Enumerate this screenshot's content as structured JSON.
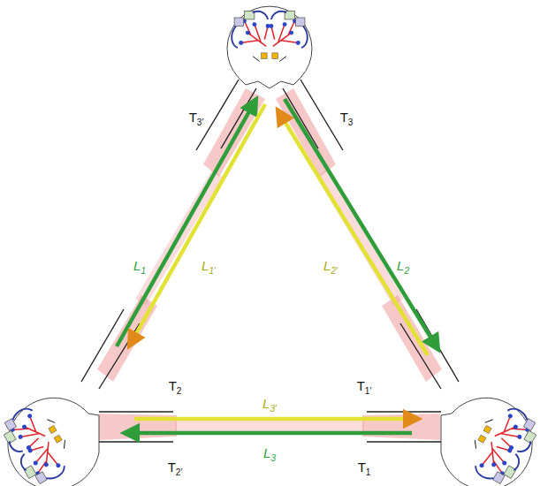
{
  "diagram": {
    "labels": [
      "T3′",
      "T3",
      "L1",
      "L1′",
      "L2′",
      "L2",
      "T2",
      "T1′",
      "L3′",
      "L3",
      "T2′",
      "T1"
    ]
  }
}
